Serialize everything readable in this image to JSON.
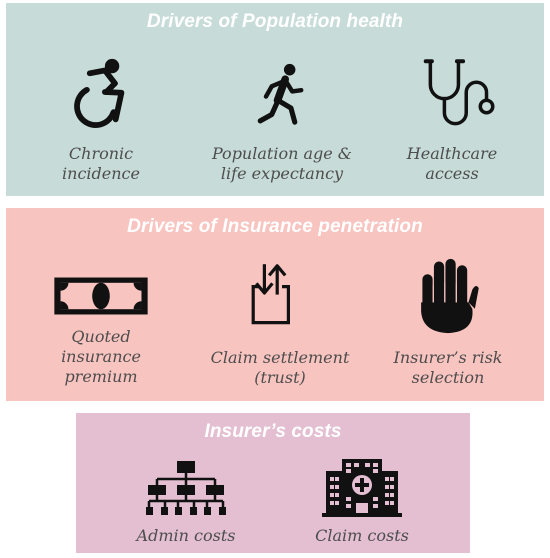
{
  "colors": {
    "panel1": "#c7dcd8",
    "panel2": "#f8c4c0",
    "panel3": "#e3bfd1",
    "icon": "#111111",
    "label_text": "#4d4d4d",
    "title_text": "#ffffff"
  },
  "panels": [
    {
      "title": "Drivers of Population health",
      "items": [
        {
          "label": "Chronic\nincidence",
          "icon": "wheelchair-icon"
        },
        {
          "label": "Population age &\nlife expectancy",
          "icon": "running-person-icon"
        },
        {
          "label": "Healthcare\naccess",
          "icon": "stethoscope-icon"
        }
      ]
    },
    {
      "title": "Drivers of Insurance penetration",
      "items": [
        {
          "label": "Quoted\ninsurance\npremium",
          "icon": "banknote-icon"
        },
        {
          "label": "Claim settlement\n(trust)",
          "icon": "box-exchange-icon"
        },
        {
          "label": "Insurer’s risk\nselection",
          "icon": "stop-hand-icon"
        }
      ]
    },
    {
      "title": "Insurer’s costs",
      "items": [
        {
          "label": "Admin costs",
          "icon": "org-chart-icon"
        },
        {
          "label": "Claim costs",
          "icon": "hospital-icon"
        }
      ]
    }
  ]
}
